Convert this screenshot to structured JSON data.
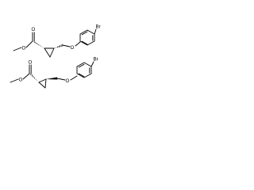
{
  "molecules": [
    {
      "atoms": {
        "carbonyl_oxygen": "O",
        "ester_oxygen": "O",
        "ether_oxygen": "O",
        "bromine": "Br"
      }
    },
    {
      "atoms": {
        "carbonyl_oxygen": "O",
        "ester_oxygen": "O",
        "ether_oxygen": "O",
        "bromine": "Br"
      }
    }
  ],
  "colors": {
    "bond": "#000000",
    "background": "#ffffff"
  }
}
